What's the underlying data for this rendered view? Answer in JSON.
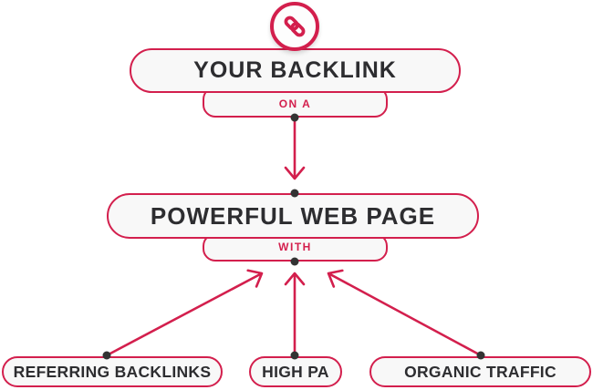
{
  "colors": {
    "accent": "#d31f4d",
    "text_dark": "#2d2d30",
    "pill_bg": "#f8f8f8",
    "dot": "#333333",
    "background": "#ffffff"
  },
  "diagram": {
    "badge_icon": "chain-link-icon",
    "nodes": {
      "your_backlink": {
        "label": "YOUR BACKLINK"
      },
      "on_a": {
        "label": "ON A"
      },
      "powerful_web_page": {
        "label": "POWERFUL WEB PAGE"
      },
      "with": {
        "label": "WITH"
      },
      "referring_backlinks": {
        "label": "REFERRING BACKLINKS"
      },
      "high_pa": {
        "label": "HIGH PA"
      },
      "organic_traffic": {
        "label": "ORGANIC TRAFFIC"
      }
    },
    "edges": [
      {
        "from": "your-backlink",
        "connector": "ON A",
        "to": "powerful-web-page",
        "direction": "down"
      },
      {
        "from": "referring-backlinks",
        "connector": "WITH",
        "to": "powerful-web-page",
        "direction": "up"
      },
      {
        "from": "high-pa",
        "connector": "WITH",
        "to": "powerful-web-page",
        "direction": "up"
      },
      {
        "from": "organic-traffic",
        "connector": "WITH",
        "to": "powerful-web-page",
        "direction": "up"
      }
    ]
  }
}
